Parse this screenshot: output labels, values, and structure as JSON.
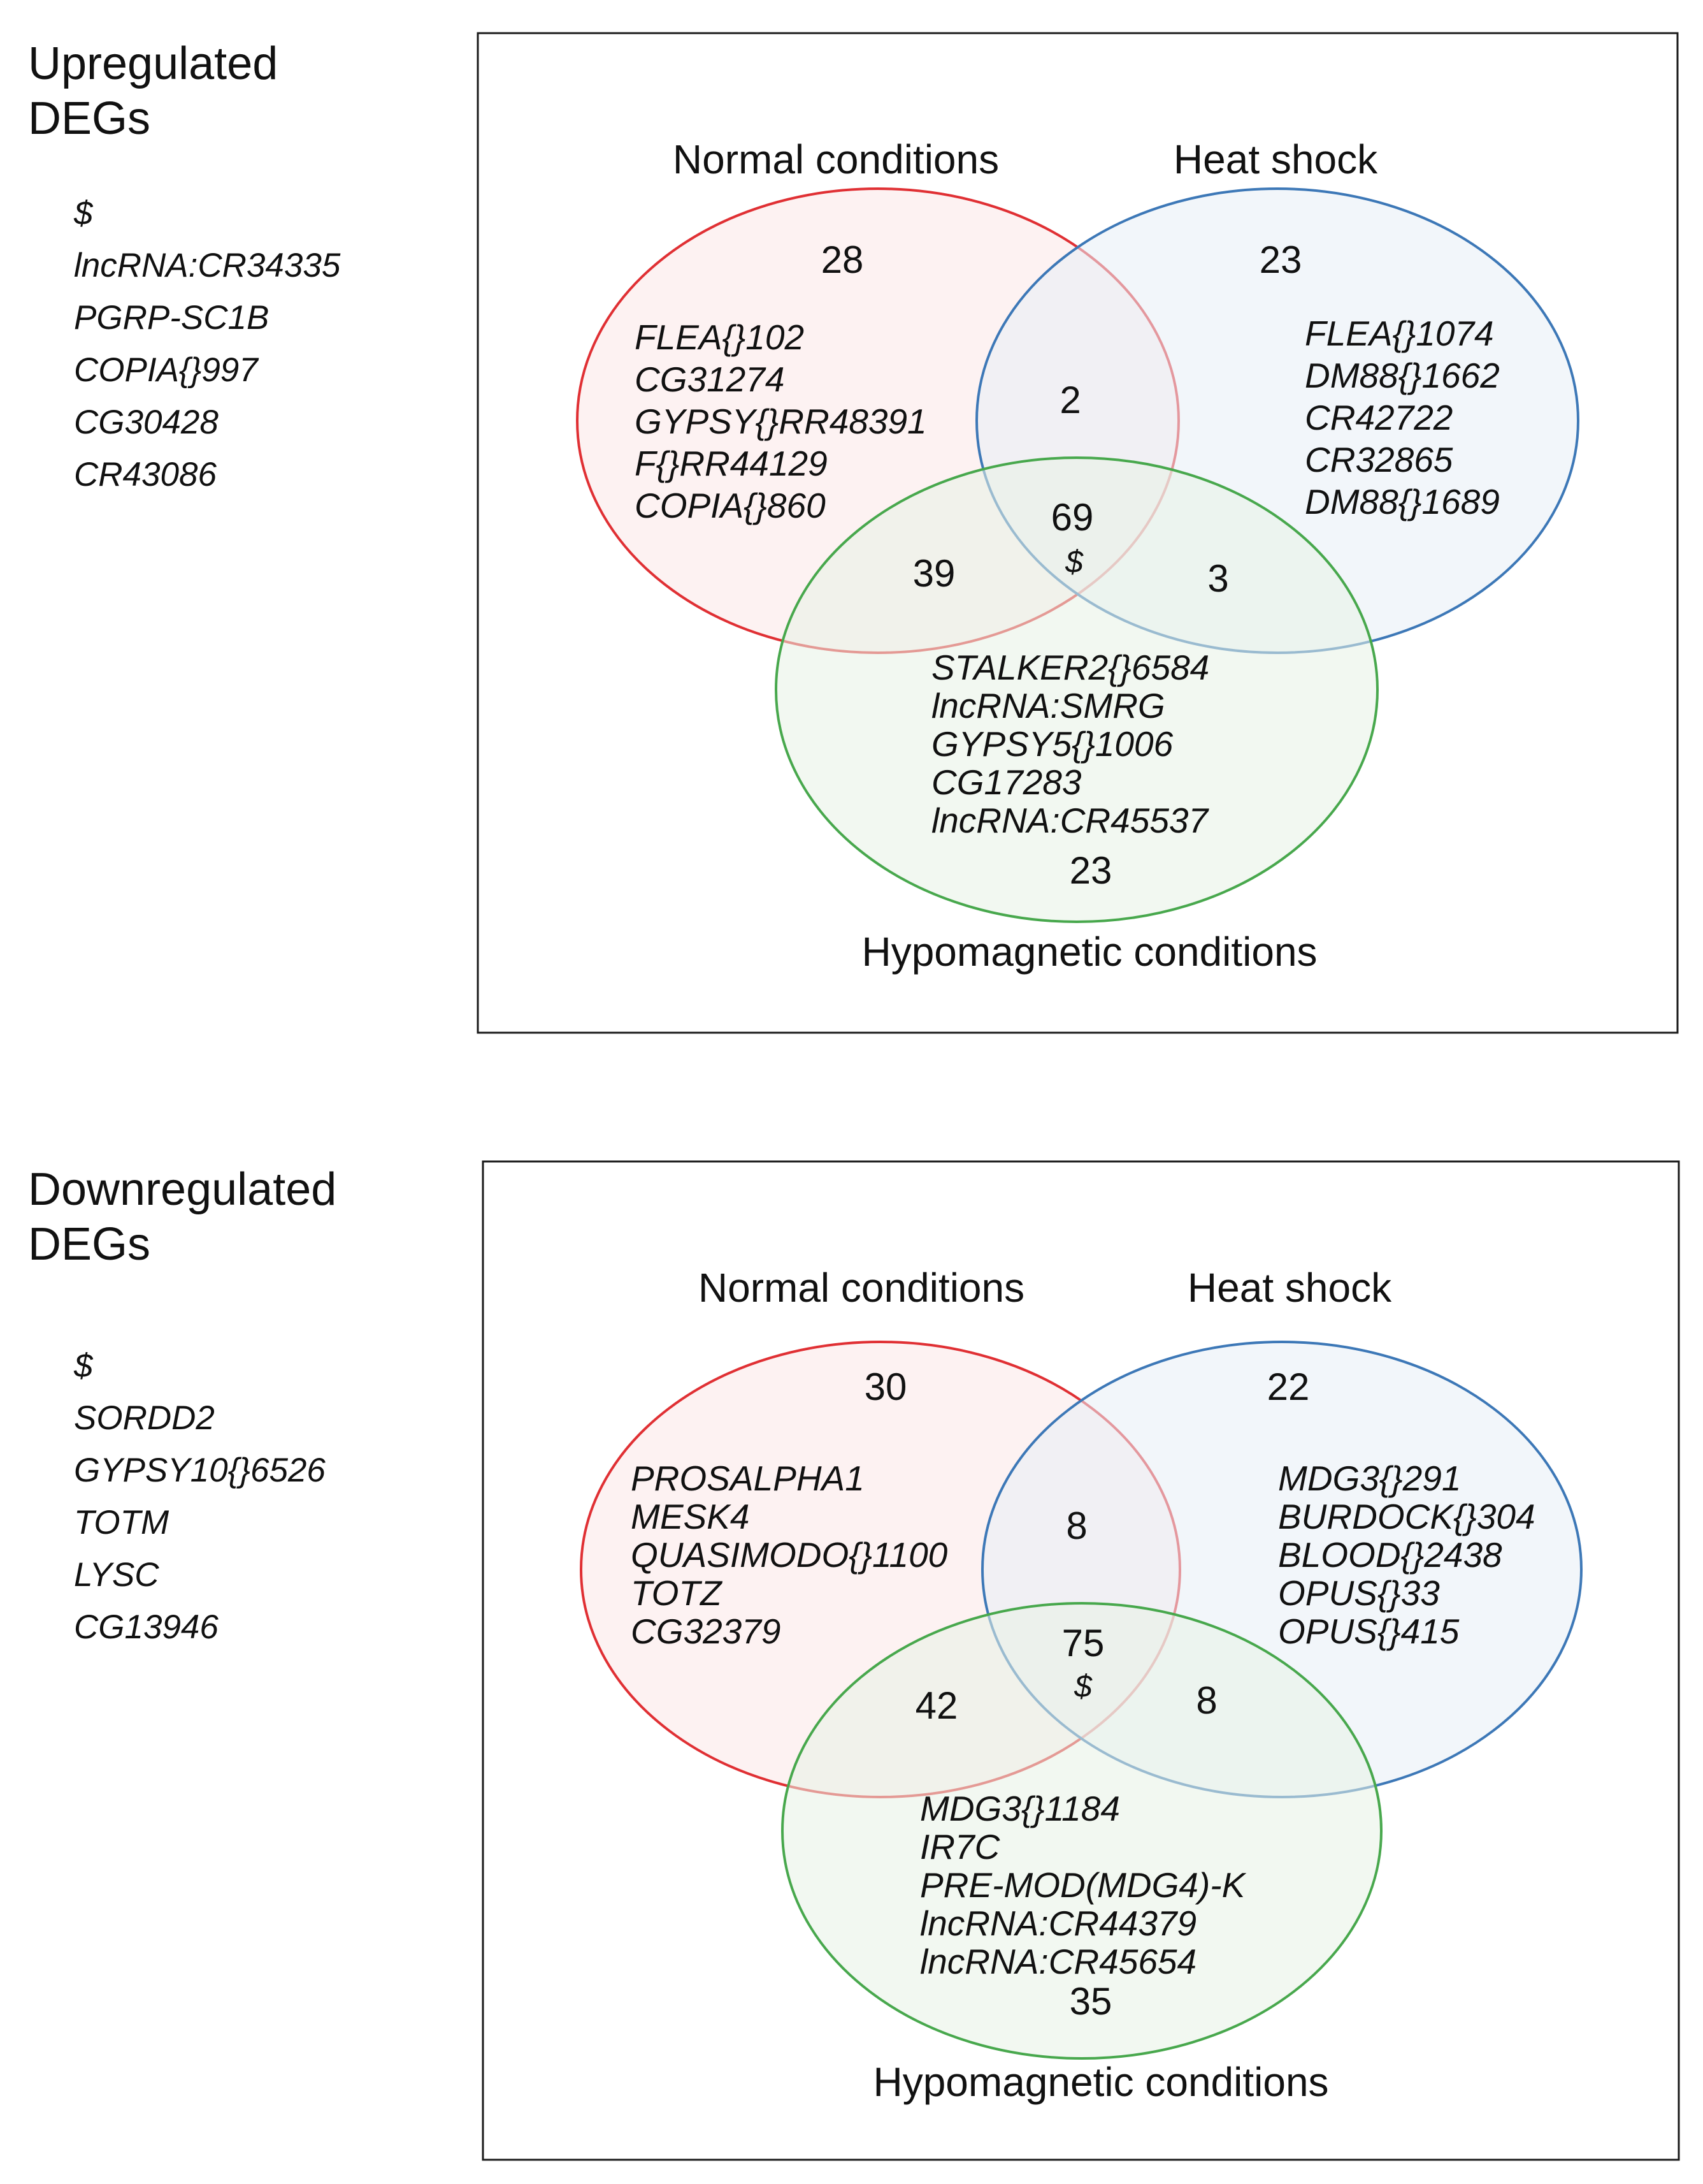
{
  "colors": {
    "normal": "#e03034",
    "normal_fill": "#fbe8e8",
    "heat": "#3d78b7",
    "heat_fill": "#e7eef6",
    "hypo": "#48a84d",
    "hypo_fill": "#e7f2e5",
    "frame": "#1a1a1a",
    "text": "#111111"
  },
  "panels": [
    {
      "title_line1": "Upregulated",
      "title_line2": "DEGs",
      "side_list": [
        "$",
        "lncRNA:CR34335",
        "PGRP-SC1B",
        "COPIA{}997",
        "CG30428",
        "CR43086"
      ],
      "labels": {
        "normal": "Normal conditions",
        "heat": "Heat shock",
        "hypo": "Hypomagnetic conditions"
      },
      "counts": {
        "normal_only": "28",
        "heat_only": "23",
        "hypo_only": "23",
        "normal_heat": "2",
        "normal_hypo": "39",
        "heat_hypo": "3",
        "all_three": "69"
      },
      "center_marker": "$",
      "genes": {
        "normal": [
          "FLEA{}102",
          "CG31274",
          "GYPSY{}RR48391",
          "F{}RR44129",
          "COPIA{}860"
        ],
        "heat": [
          "FLEA{}1074",
          "DM88{}1662",
          "CR42722",
          "CR32865",
          "DM88{}1689"
        ],
        "hypo": [
          "STALKER2{}6584",
          "lncRNA:SMRG",
          "GYPSY5{}1006",
          "CG17283",
          "lncRNA:CR45537"
        ]
      }
    },
    {
      "title_line1": "Downregulated",
      "title_line2": "DEGs",
      "side_list": [
        "$",
        "SORDD2",
        "GYPSY10{}6526",
        "TOTM",
        "LYSC",
        "CG13946"
      ],
      "labels": {
        "normal": "Normal conditions",
        "heat": "Heat shock",
        "hypo": "Hypomagnetic conditions"
      },
      "counts": {
        "normal_only": "30",
        "heat_only": "22",
        "hypo_only": "35",
        "normal_heat": "8",
        "normal_hypo": "42",
        "heat_hypo": "8",
        "all_three": "75"
      },
      "center_marker": "$",
      "genes": {
        "normal": [
          "PROSALPHA1",
          "MESK4",
          "QUASIMODO{}1100",
          "TOTZ",
          "CG32379"
        ],
        "heat": [
          "MDG3{}291",
          "BURDOCK{}304",
          "BLOOD{}2438",
          "OPUS{}33",
          "OPUS{}415"
        ],
        "hypo": [
          "MDG3{}1184",
          "IR7C",
          "PRE-MOD(MDG4)-K",
          "lncRNA:CR44379",
          "lncRNA:CR45654"
        ]
      }
    }
  ]
}
